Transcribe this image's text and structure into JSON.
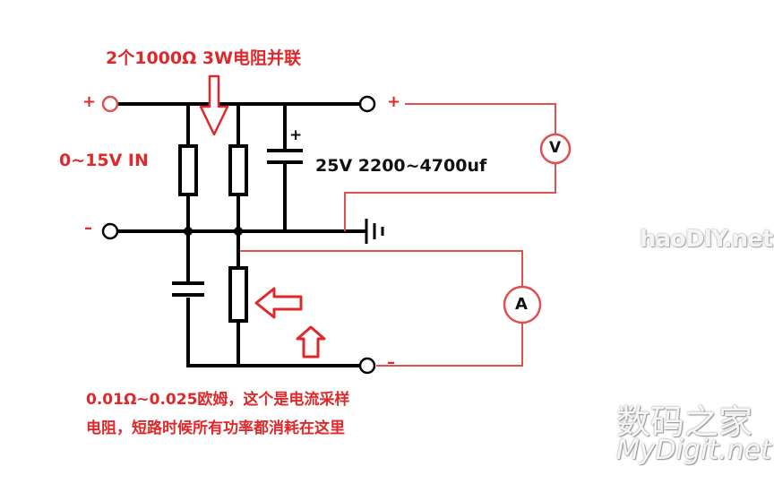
{
  "annotations": {
    "resistor_note": "2个1000Ω 3W电阻并联",
    "input_label": "0~15V IN",
    "cap_label": "25V 2200~4700uf",
    "sense_note_line1": "0.01Ω~0.025欧姆，这个是电流采样",
    "sense_note_line2": "电阻，短路时候所有功率都消耗在这里"
  },
  "terminals": {
    "in_plus": "+",
    "in_minus": "–",
    "out_plus": "+",
    "out_minus": "–",
    "cap_plus": "+"
  },
  "meters": {
    "voltmeter": "V",
    "ammeter": "A"
  },
  "watermarks": {
    "haodiy": "haoDIY.net",
    "mydigit_cn": "数码之家",
    "mydigit_en": "MyDigit.net"
  },
  "colors": {
    "wire": "#000000",
    "meter_wire": "#e05050",
    "annotation": "#e0282a",
    "arrow": "#e0282a"
  }
}
